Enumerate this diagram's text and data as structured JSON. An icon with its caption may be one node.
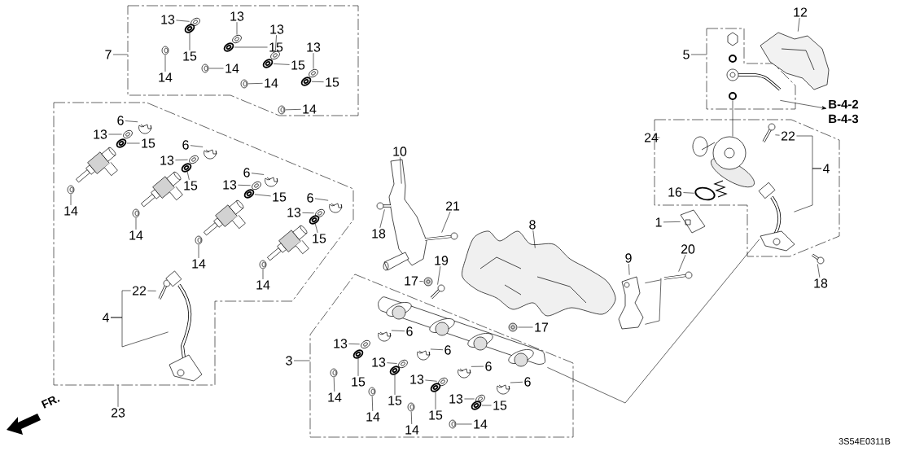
{
  "diagram": {
    "nodes": [
      {
        "text": [],
        "shape": "box"
      },
      {
        "text": [],
        "shape": "box"
      },
      {
        "text": [],
        "shape": "box"
      },
      {
        "text": [],
        "shape": "box"
      },
      {
        "text": [],
        "shape": "box"
      },
      {
        "text": [
          "7"
        ]
      },
      {
        "text": [
          "13"
        ],
        "in": 0
      },
      {
        "text": [
          "15"
        ],
        "in": 0
      },
      {
        "text": [
          "14"
        ],
        "in": 0
      },
      {
        "text": [
          "13"
        ],
        "in": 0
      },
      {
        "text": [
          "15"
        ],
        "in": 0
      },
      {
        "text": [
          "14"
        ],
        "in": 0
      },
      {
        "text": [
          "13"
        ],
        "in": 0
      },
      {
        "text": [
          "15"
        ],
        "in": 0
      },
      {
        "text": [
          "14"
        ],
        "in": 0
      },
      {
        "text": [
          "13"
        ],
        "in": 0
      },
      {
        "text": [
          "15"
        ],
        "in": 0
      },
      {
        "text": [
          "14"
        ],
        "in": 0
      },
      {
        "text": [
          "12"
        ]
      },
      {
        "text": [
          "5"
        ]
      },
      {
        "text": [
          "B-4-2",
          "B-4-3"
        ]
      },
      {
        "text": [
          "6"
        ],
        "in": 1
      },
      {
        "text": [
          "13"
        ],
        "in": 1
      },
      {
        "text": [
          "15"
        ],
        "in": 1
      },
      {
        "text": [
          "24"
        ]
      },
      {
        "text": [
          "22"
        ],
        "in": 3
      },
      {
        "text": [
          "4"
        ],
        "in": 3
      },
      {
        "text": [
          "6"
        ],
        "in": 1
      },
      {
        "text": [
          "13"
        ],
        "in": 1
      },
      {
        "text": [
          "10"
        ]
      },
      {
        "text": [
          "15"
        ],
        "in": 1
      },
      {
        "text": [
          "6"
        ],
        "in": 1
      },
      {
        "text": [
          "13"
        ],
        "in": 1
      },
      {
        "text": [
          "16"
        ],
        "in": 3
      },
      {
        "text": [
          "15"
        ],
        "in": 1
      },
      {
        "text": [
          "6"
        ],
        "in": 1
      },
      {
        "text": [
          "21"
        ]
      },
      {
        "text": [
          "14"
        ],
        "in": 1
      },
      {
        "text": [
          "13"
        ],
        "in": 1
      },
      {
        "text": [
          "1"
        ]
      },
      {
        "text": [
          "8"
        ]
      },
      {
        "text": [
          "18"
        ]
      },
      {
        "text": [
          "14"
        ],
        "in": 1
      },
      {
        "text": [
          "15"
        ],
        "in": 1
      },
      {
        "text": [
          "20"
        ]
      },
      {
        "text": [
          "9"
        ]
      },
      {
        "text": [
          "19"
        ]
      },
      {
        "text": [
          "14"
        ],
        "in": 1
      },
      {
        "text": [
          "17"
        ]
      },
      {
        "text": [
          "18"
        ]
      },
      {
        "text": [
          "14"
        ],
        "in": 1
      },
      {
        "text": [
          "22"
        ],
        "in": 1
      },
      {
        "text": [
          "4"
        ],
        "in": 1
      },
      {
        "text": [
          "17"
        ]
      },
      {
        "text": [
          "6"
        ],
        "in": 4
      },
      {
        "text": [
          "13"
        ],
        "in": 4
      },
      {
        "text": [
          "6"
        ],
        "in": 4
      },
      {
        "text": [
          "3"
        ]
      },
      {
        "text": [
          "13"
        ],
        "in": 4
      },
      {
        "text": [
          "6"
        ],
        "in": 4
      },
      {
        "text": [
          "15"
        ],
        "in": 4
      },
      {
        "text": [
          "13"
        ],
        "in": 4
      },
      {
        "text": [
          "6"
        ],
        "in": 4
      },
      {
        "text": [
          "14"
        ],
        "in": 4
      },
      {
        "text": [
          "15"
        ],
        "in": 4
      },
      {
        "text": [
          "13"
        ],
        "in": 4
      },
      {
        "text": [
          "15"
        ],
        "in": 4
      },
      {
        "text": [
          "23"
        ]
      },
      {
        "text": [
          "15"
        ],
        "in": 4
      },
      {
        "text": [
          "14"
        ],
        "in": 4
      },
      {
        "text": [
          "14"
        ],
        "in": 4
      },
      {
        "text": [
          "14"
        ],
        "in": 4
      },
      {
        "text": [],
        "shape": "picture",
        "in": 0
      },
      {
        "text": [],
        "shape": "picture",
        "in": 0
      },
      {
        "text": [],
        "shape": "picture",
        "in": 0
      },
      {
        "text": [],
        "shape": "picture",
        "in": 0
      },
      {
        "text": [],
        "shape": "picture",
        "in": 0
      },
      {
        "text": [],
        "shape": "picture",
        "in": 0
      },
      {
        "text": [],
        "shape": "picture",
        "in": 0
      },
      {
        "text": [],
        "shape": "picture",
        "in": 0
      },
      {
        "text": [],
        "shape": "picture",
        "in": 0
      },
      {
        "text": [],
        "shape": "picture",
        "in": 0
      },
      {
        "text": [],
        "shape": "picture",
        "in": 0
      },
      {
        "text": [],
        "shape": "picture",
        "in": 0
      },
      {
        "text": [],
        "shape": "picture"
      },
      {
        "text": [],
        "shape": "picture",
        "in": 1
      },
      {
        "text": [],
        "shape": "picture",
        "in": 1
      },
      {
        "text": [],
        "shape": "picture",
        "in": 1
      },
      {
        "text": [],
        "shape": "picture",
        "in": 3
      },
      {
        "text": [],
        "shape": "picture",
        "in": 3
      },
      {
        "text": [],
        "shape": "picture",
        "in": 1
      },
      {
        "text": [],
        "shape": "picture",
        "in": 1
      },
      {
        "text": [],
        "shape": "picture"
      },
      {
        "text": [],
        "shape": "picture",
        "in": 1
      },
      {
        "text": [],
        "shape": "picture",
        "in": 1
      },
      {
        "text": [],
        "shape": "picture",
        "in": 1
      },
      {
        "text": [],
        "shape": "picture",
        "in": 3
      },
      {
        "text": [],
        "shape": "picture",
        "in": 1
      },
      {
        "text": [],
        "shape": "picture",
        "in": 1
      },
      {
        "text": [],
        "shape": "picture"
      },
      {
        "text": [],
        "shape": "picture",
        "in": 1
      },
      {
        "text": [],
        "shape": "picture",
        "in": 1
      },
      {
        "text": [],
        "shape": "picture"
      },
      {
        "text": [],
        "shape": "picture"
      },
      {
        "text": [],
        "shape": "picture"
      },
      {
        "text": [],
        "shape": "picture",
        "in": 1
      },
      {
        "text": [],
        "shape": "picture",
        "in": 1
      },
      {
        "text": [],
        "shape": "picture"
      },
      {
        "text": [],
        "shape": "picture"
      },
      {
        "text": [],
        "shape": "picture"
      },
      {
        "text": [],
        "shape": "picture",
        "in": 1
      },
      {
        "text": [],
        "shape": "picture"
      },
      {
        "text": [],
        "shape": "picture"
      },
      {
        "text": [],
        "shape": "picture",
        "in": 1
      },
      {
        "text": [],
        "shape": "picture",
        "in": 1
      },
      {
        "text": [],
        "shape": "picture",
        "in": 1
      },
      {
        "text": [],
        "shape": "picture"
      },
      {
        "text": [],
        "shape": "picture",
        "in": 4
      },
      {
        "text": [],
        "shape": "picture",
        "in": 4
      },
      {
        "text": [],
        "shape": "picture",
        "in": 4
      },
      {
        "text": [],
        "shape": "picture",
        "in": 4
      },
      {
        "text": [],
        "shape": "picture",
        "in": 4
      },
      {
        "text": [],
        "shape": "picture",
        "in": 4
      },
      {
        "text": [],
        "shape": "picture",
        "in": 4
      },
      {
        "text": [],
        "shape": "picture",
        "in": 4
      },
      {
        "text": [],
        "shape": "picture",
        "in": 4
      },
      {
        "text": [],
        "shape": "picture",
        "in": 4
      },
      {
        "text": [],
        "shape": "picture",
        "in": 4
      },
      {
        "text": [],
        "shape": "picture",
        "in": 4
      },
      {
        "text": [],
        "shape": "picture",
        "in": 4
      },
      {
        "text": [],
        "shape": "picture",
        "in": 4
      },
      {
        "text": [],
        "shape": "picture",
        "in": 4
      },
      {
        "text": [],
        "shape": "picture",
        "in": 4
      },
      {
        "text": [],
        "shape": "picture",
        "in": 2
      },
      {
        "text": [],
        "shape": "picture",
        "in": 3
      },
      {
        "text": [],
        "shape": "picture",
        "in": 4
      }
    ],
    "edges": [
      {
        "from": 5,
        "to": 0,
        "arrow": "none"
      },
      {
        "from": 6,
        "to": 72,
        "arrow": "none"
      },
      {
        "from": 7,
        "to": 73,
        "arrow": "none"
      },
      {
        "from": 8,
        "to": 74,
        "arrow": "none"
      },
      {
        "from": 9,
        "to": 75,
        "arrow": "none"
      },
      {
        "from": 10,
        "to": 76,
        "arrow": "none"
      },
      {
        "from": 11,
        "to": 77,
        "arrow": "none"
      },
      {
        "from": 12,
        "to": 78,
        "arrow": "none"
      },
      {
        "from": 13,
        "to": 79,
        "arrow": "none"
      },
      {
        "from": 14,
        "to": 80,
        "arrow": "none"
      },
      {
        "from": 15,
        "to": 81,
        "arrow": "none"
      },
      {
        "from": 16,
        "to": 82,
        "arrow": "none"
      },
      {
        "from": 17,
        "to": 83,
        "arrow": "none"
      },
      {
        "from": 18,
        "to": 84,
        "arrow": "none"
      },
      {
        "from": 19,
        "to": 2,
        "arrow": "none"
      },
      {
        "from": 133,
        "to": 20,
        "arrow": "to"
      },
      {
        "from": 21,
        "to": 85,
        "arrow": "none"
      },
      {
        "from": 22,
        "to": 86,
        "arrow": "none"
      },
      {
        "from": 23,
        "to": 87,
        "arrow": "none"
      },
      {
        "from": 24,
        "to": 3,
        "arrow": "none"
      },
      {
        "from": 25,
        "to": 88,
        "arrow": "none"
      },
      {
        "from": 26,
        "to": 25,
        "arrow": "none"
      },
      {
        "from": 26,
        "to": 89,
        "arrow": "none"
      },
      {
        "from": 27,
        "to": 90,
        "arrow": "none"
      },
      {
        "from": 28,
        "to": 91,
        "arrow": "none"
      },
      {
        "from": 29,
        "to": 92,
        "arrow": "none"
      },
      {
        "from": 30,
        "to": 93,
        "arrow": "none"
      },
      {
        "from": 31,
        "to": 94,
        "arrow": "none"
      },
      {
        "from": 32,
        "to": 95,
        "arrow": "none"
      },
      {
        "from": 33,
        "to": 96,
        "arrow": "none"
      },
      {
        "from": 34,
        "to": 97,
        "arrow": "none"
      },
      {
        "from": 35,
        "to": 98,
        "arrow": "none"
      },
      {
        "from": 36,
        "to": 99,
        "arrow": "none"
      },
      {
        "from": 37,
        "to": 100,
        "arrow": "none"
      },
      {
        "from": 38,
        "to": 101,
        "arrow": "none"
      },
      {
        "from": 39,
        "to": 102,
        "arrow": "none"
      },
      {
        "from": 40,
        "to": 103,
        "arrow": "none"
      },
      {
        "from": 41,
        "to": 104,
        "arrow": "none"
      },
      {
        "from": 42,
        "to": 105,
        "arrow": "none"
      },
      {
        "from": 43,
        "to": 106,
        "arrow": "none"
      },
      {
        "from": 44,
        "to": 107,
        "arrow": "none"
      },
      {
        "from": 45,
        "to": 108,
        "arrow": "none"
      },
      {
        "from": 46,
        "to": 109,
        "arrow": "none"
      },
      {
        "from": 47,
        "to": 110,
        "arrow": "none"
      },
      {
        "from": 48,
        "to": 111,
        "arrow": "none"
      },
      {
        "from": 49,
        "to": 112,
        "arrow": "none"
      },
      {
        "from": 50,
        "to": 113,
        "arrow": "none"
      },
      {
        "from": 51,
        "to": 114,
        "arrow": "none"
      },
      {
        "from": 52,
        "to": 51,
        "arrow": "none"
      },
      {
        "from": 52,
        "to": 115,
        "arrow": "none"
      },
      {
        "from": 53,
        "to": 116,
        "arrow": "none"
      },
      {
        "from": 54,
        "to": 117,
        "arrow": "none"
      },
      {
        "from": 55,
        "to": 118,
        "arrow": "none"
      },
      {
        "from": 56,
        "to": 119,
        "arrow": "none"
      },
      {
        "from": 57,
        "to": 4,
        "arrow": "none"
      },
      {
        "from": 58,
        "to": 120,
        "arrow": "none"
      },
      {
        "from": 59,
        "to": 121,
        "arrow": "none"
      },
      {
        "from": 60,
        "to": 122,
        "arrow": "none"
      },
      {
        "from": 61,
        "to": 123,
        "arrow": "none"
      },
      {
        "from": 62,
        "to": 124,
        "arrow": "none"
      },
      {
        "from": 63,
        "to": 125,
        "arrow": "none"
      },
      {
        "from": 64,
        "to": 126,
        "arrow": "none"
      },
      {
        "from": 65,
        "to": 127,
        "arrow": "none"
      },
      {
        "from": 66,
        "to": 128,
        "arrow": "none"
      },
      {
        "from": 67,
        "to": 1,
        "arrow": "none"
      },
      {
        "from": 68,
        "to": 129,
        "arrow": "none"
      },
      {
        "from": 69,
        "to": 130,
        "arrow": "none"
      },
      {
        "from": 70,
        "to": 131,
        "arrow": "none"
      },
      {
        "from": 71,
        "to": 132,
        "arrow": "none"
      },
      {
        "from": 133,
        "to": 134,
        "arrow": "none"
      },
      {
        "from": 135,
        "to": 89,
        "arrow": "none"
      },
      {
        "from": 108,
        "to": 107,
        "arrow": "none"
      },
      {
        "from": 108,
        "to": 107,
        "arrow": "none"
      }
    ],
    "labels": [
      "FR.",
      "3S54E0311B"
    ]
  }
}
